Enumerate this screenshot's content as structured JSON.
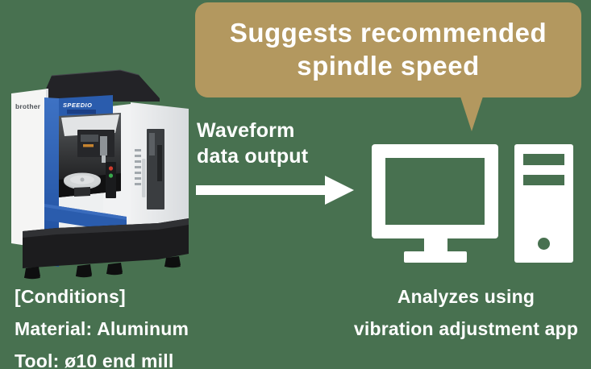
{
  "colors": {
    "background": "#487150",
    "bubble": "#b3985f",
    "white": "#ffffff",
    "machine_blue": "#2a5cad",
    "machine_dark": "#232327"
  },
  "bubble": {
    "lines": [
      "Suggests recommended",
      "spindle speed"
    ]
  },
  "flow": {
    "arrow_label_lines": [
      "Waveform",
      "data output"
    ],
    "arrow_icon": "right-arrow-icon"
  },
  "machine": {
    "brand_label": "brother",
    "series_label": "SPEEDIO",
    "caption": {
      "title": "[Conditions]",
      "material": "Material: Aluminum",
      "tool": "Tool: ø10 end mill"
    }
  },
  "computer": {
    "icon": "desktop-computer-icon",
    "caption_lines": [
      "Analyzes using",
      "vibration adjustment app"
    ]
  }
}
